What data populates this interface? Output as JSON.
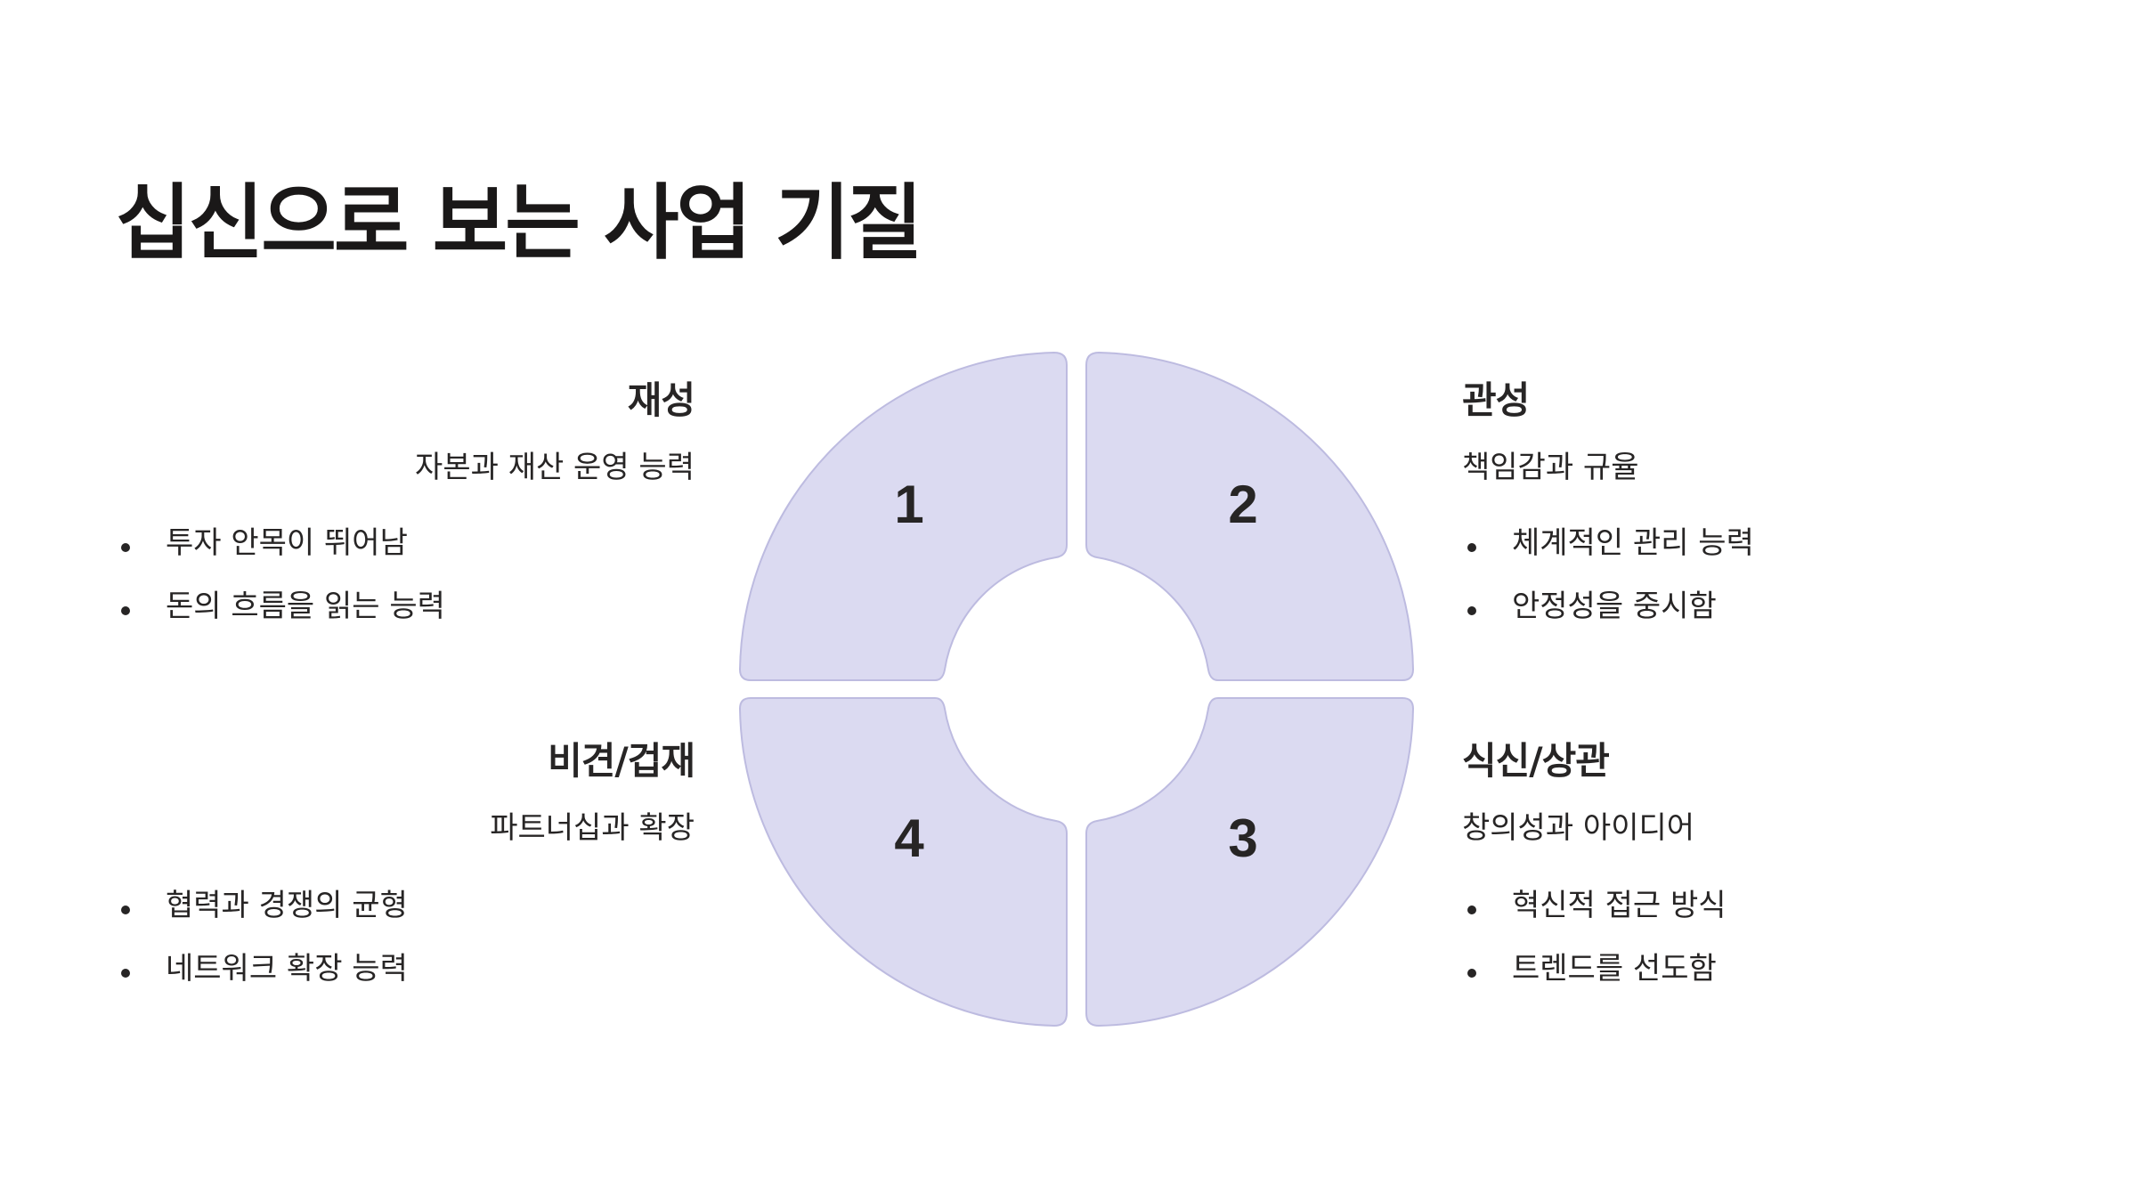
{
  "title": "십신으로 보는 사업 기질",
  "quadrants": [
    {
      "number": "1",
      "head": "재성",
      "sub": "자본과 재산 운영 능력",
      "bullets": [
        "투자 안목이 뛰어남",
        "돈의 흐름을 읽는 능력"
      ]
    },
    {
      "number": "2",
      "head": "관성",
      "sub": "책임감과 규율",
      "bullets": [
        "체계적인 관리 능력",
        "안정성을 중시함"
      ]
    },
    {
      "number": "3",
      "head": "식신/상관",
      "sub": "창의성과 아이디어",
      "bullets": [
        "혁신적 접근 방식",
        "트렌드를 선도함"
      ]
    },
    {
      "number": "4",
      "head": "비견/겁재",
      "sub": "파트너십과 확장",
      "bullets": [
        "협력과 경쟁의 균형",
        "네트워크 확장 능력"
      ]
    }
  ],
  "colors": {
    "segment_fill": "#dbdaf1",
    "segment_stroke": "#bdbbe0",
    "text": "#272525"
  }
}
